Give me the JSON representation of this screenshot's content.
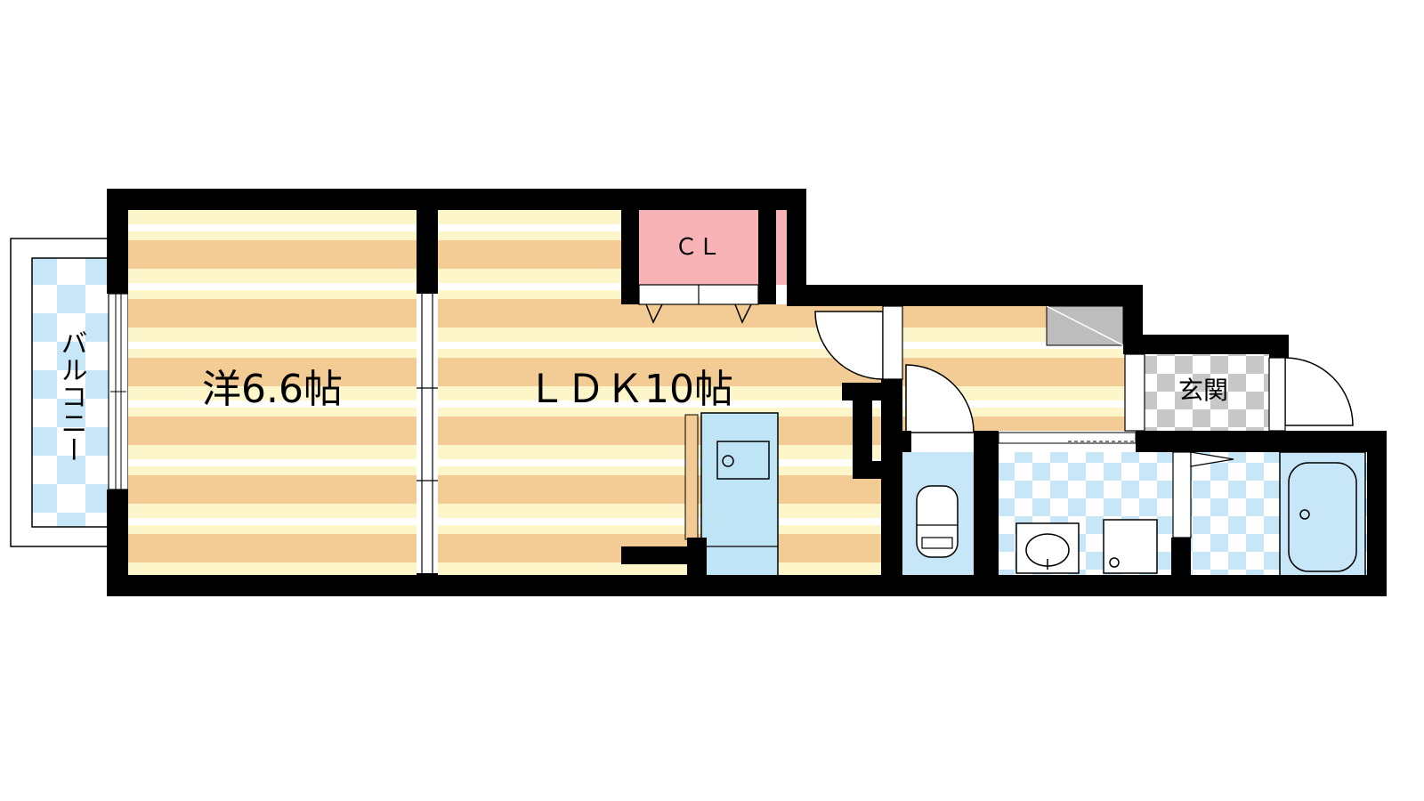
{
  "floorplan": {
    "rooms": {
      "western": {
        "label": "洋6.6帖"
      },
      "ldk": {
        "label": "ＬＤＫ10帖"
      },
      "closet": {
        "label": "ＣＬ"
      },
      "entrance": {
        "label": "玄関"
      },
      "balcony": {
        "label": "バルコニー"
      }
    },
    "colors": {
      "wall": "#000000",
      "floor_stripe_tan": "#f2cc94",
      "floor_stripe_cream": "#fdf6cb",
      "closet": "#f7b3b6",
      "wet_area_blue": "#c7e6f7",
      "fixture_blue": "#bfe4f6",
      "entrance_gray": "#c8c8c8",
      "storage_gray": "#bdbdbd"
    }
  }
}
